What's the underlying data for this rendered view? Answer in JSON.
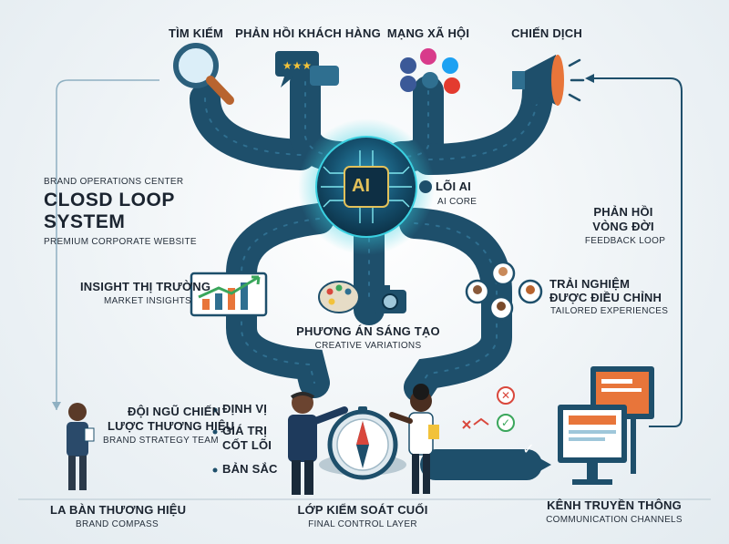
{
  "inputs": {
    "search": "TÌM KIẾM",
    "customer_feedback": "PHẢN HỒI KHÁCH HÀNG",
    "social_media": "MẠNG XÃ HỘI",
    "campaign": "CHIẾN DỊCH"
  },
  "core": {
    "badge": "AI",
    "title": "LÕI AI",
    "subtitle": "AI CORE"
  },
  "center_title": {
    "overline": "BRAND OPERATIONS CENTER",
    "line1": "CLOSD LOOP",
    "line2": "SYSTEM",
    "caption": "PREMIUM CORPORATE WEBSITE"
  },
  "feedback_loop": {
    "line1": "PHẢN HỒI",
    "line2": "VÒNG ĐỜI",
    "subtitle": "FEEDBACK LOOP"
  },
  "market_insights": {
    "title": "INSIGHT THỊ TRƯỜNG",
    "subtitle": "MARKET INSIGHTS"
  },
  "creative_variations": {
    "title": "PHƯƠNG ÁN SÁNG TẠO",
    "subtitle": "CREATIVE VARIATIONS"
  },
  "tailored_experiences": {
    "line1": "TRẢI NGHIỆM",
    "line2": "ĐƯỢC ĐIỀU CHỈNH",
    "subtitle": "TAILORED EXPERIENCES"
  },
  "brand_strategy_team": {
    "line1": "ĐỘI NGŨ CHIẾN",
    "line2": "LƯỢC THƯƠNG HIỆU",
    "subtitle": "BRAND STRATEGY TEAM"
  },
  "brand_values": {
    "item1": "ĐỊNH VỊ",
    "item2a": "GIÁ TRỊ",
    "item2b": "CỐT LÕI",
    "item3": "BẢN SẮC"
  },
  "brand_compass": {
    "title": "LA BÀN THƯƠNG HIỆU",
    "subtitle": "BRAND COMPASS"
  },
  "final_control": {
    "title": "LỚP KIỂM SOÁT CUỐI",
    "subtitle": "FINAL CONTROL LAYER"
  },
  "communication_channels": {
    "title": "KÊNH TRUYỀN THÔNG",
    "subtitle": "COMMUNICATION CHANNELS"
  },
  "colors": {
    "pipe": "#1e4f6b",
    "glow": "#3ad0e0",
    "accent_orange": "#e8753a",
    "check_green": "#3aa65b",
    "cross_red": "#d9473c"
  }
}
